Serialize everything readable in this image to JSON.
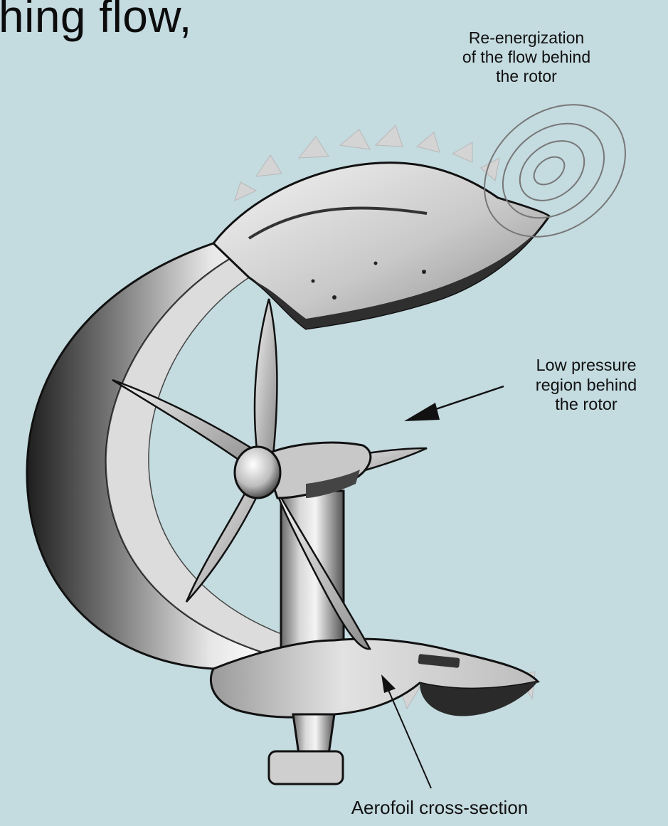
{
  "heading_fragment": "hing flow,",
  "labels": {
    "reenergization": [
      "Re-energization",
      "of the flow behind",
      "the rotor"
    ],
    "low_pressure": [
      "Low pressure",
      "region behind",
      "the rotor"
    ],
    "aerofoil": "Aerofoil cross-section"
  },
  "colors": {
    "background": "#c4dbe0",
    "ink": "#111111",
    "shroud_light": "#ececec",
    "shroud_dark": "#2a2a2a",
    "serration": "#d4d4d4"
  }
}
